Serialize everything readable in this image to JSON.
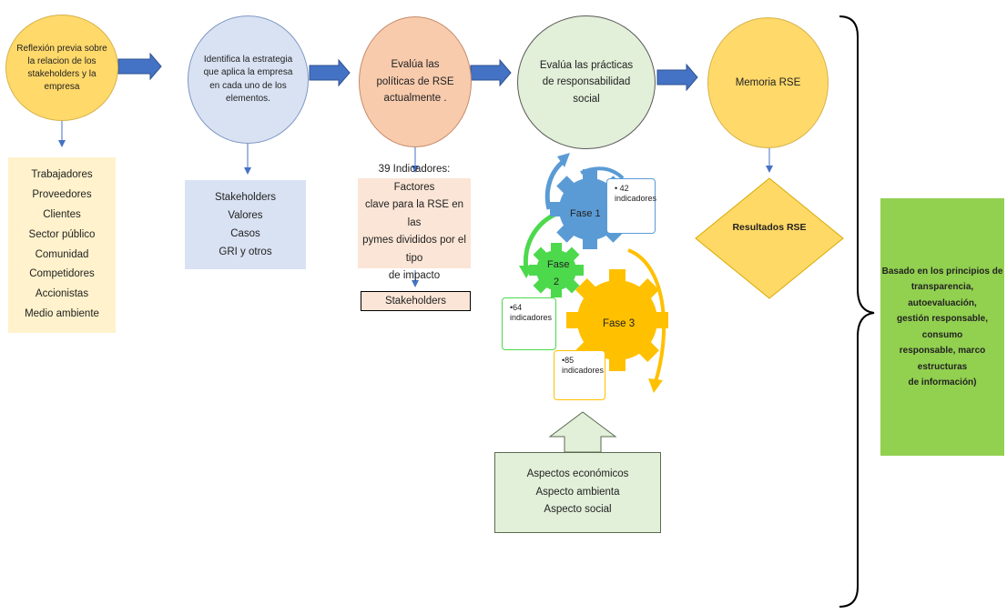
{
  "steps": {
    "step1": "Reflexión previa sobre\nla relacion de los\nstakeholders  y la\nempresa",
    "step2": "Identifica la estrategia\nque aplica la empresa\nen cada uno de los\nelementos.",
    "step3": "Evalúa las\npolíticas de RSE\nactualmente .",
    "step4": "Evalúa las prácticas\nde responsabilidad\nsocial",
    "step5": "Memoria RSE"
  },
  "boxes": {
    "stakeholders_list": "Trabajadores\nProveedores\nClientes\nSector público\nComunidad\nCompetidores\nAccionistas\nMedio ambiente",
    "elements_list": "Stakeholders\nValores\nCasos\nGRI y otros",
    "indicators": "39 Indicadores: Factores\nclave para la RSE en las\npymes  divididos por el tipo\nde impacto",
    "stakeholders_label": "Stakeholders",
    "results": "Resultados RSE",
    "aspects": "Aspectos económicos\nAspecto ambienta\nAspecto social",
    "principles": "Basado en los principios de\ntransparencia, autoevaluación,\ngestión responsable, consumo\nresponsable, marco estructuras\nde información)"
  },
  "phases": {
    "fase1": "Fase 1",
    "fase2_line1": "Fase",
    "fase2_line2": "2",
    "fase3": "Fase 3",
    "ind1": "• 42\nindicadores",
    "ind2": "•64\nindicadores",
    "ind3": "•85\nindicadores"
  },
  "colors": {
    "yellow": "#ffd96a",
    "blue_circle": "#d9e2f3",
    "peach": "#f8cbad",
    "green_light": "#e2efd9",
    "arrow_blue": "#4472c4",
    "gear_blue": "#5b9bd5",
    "gear_green": "#4cd94c",
    "gear_yellow": "#ffc000",
    "bright_green": "#92d050"
  }
}
